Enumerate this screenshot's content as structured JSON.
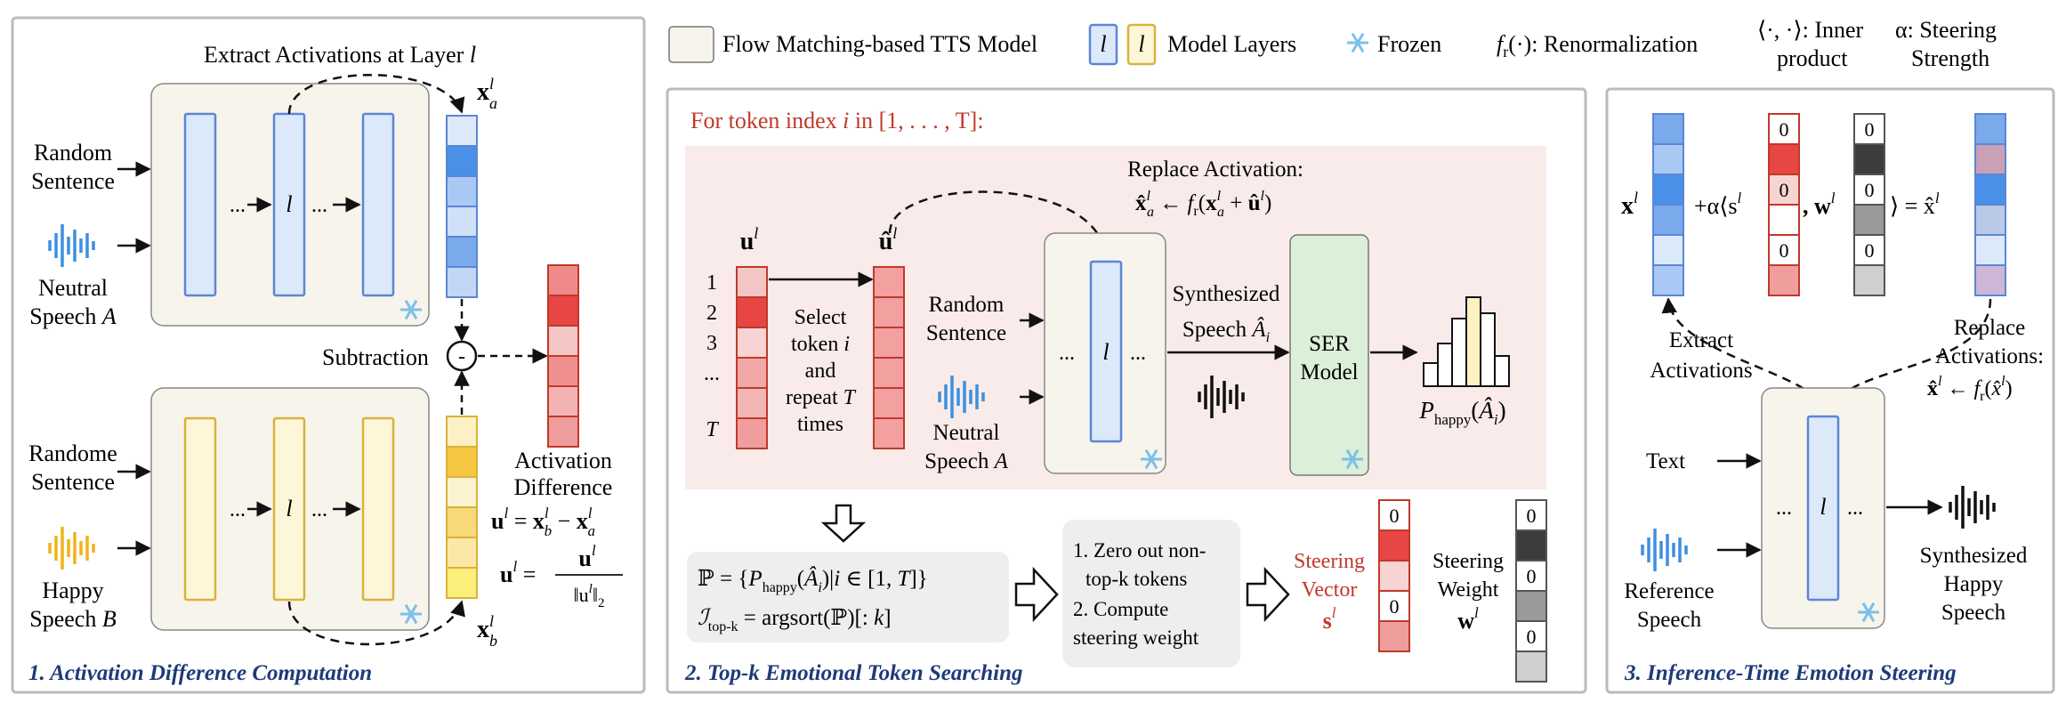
{
  "legend": {
    "tts_model": "Flow Matching-based TTS Model",
    "layer_glyph": "l",
    "model_layers": "Model Layers",
    "frozen": "Frozen",
    "renorm_sym": "f",
    "renorm_sub": "r",
    "renorm_rest": "(·): Renormalization",
    "inner_line1": "⟨·, ·⟩: Inner",
    "inner_line2": "product",
    "alpha_line1": "α: Steering",
    "alpha_line2": "Strength"
  },
  "panel1": {
    "caption": "1. Activation Difference Computation",
    "extract_title": "Extract Activations at Layer",
    "extract_var": "l",
    "input_a1": "Random",
    "input_a2": "Sentence",
    "speech_a1": "Neutral",
    "speech_a2": "Speech",
    "speech_a_var": "A",
    "input_b1": "Randome",
    "input_b2": "Sentence",
    "speech_b1": "Happy",
    "speech_b2": "Speech",
    "speech_b_var": "B",
    "dots": "...",
    "layer_label": "l",
    "subtraction": "Subtraction",
    "minus": "-",
    "diff_1": "Activation",
    "diff_2": "Difference",
    "xa": "x",
    "xb": "x",
    "eq1": "u",
    "eq1_rhs": "= x",
    "eq2": "u"
  },
  "panel2": {
    "caption": "2. Top-k Emotional Token Searching",
    "header": "For token index",
    "header_var": "i",
    "header_range": "in [1, . . . , T]:",
    "u_label": "u",
    "u_hat_label": "û",
    "rows": [
      "1",
      "2",
      "3",
      "...",
      "T"
    ],
    "select_1": "Select",
    "select_2": "token",
    "select_3": "and",
    "select_4": "repeat",
    "select_5": "times",
    "select_var_i": "i",
    "select_var_T": "T",
    "replace_1": "Replace Activation:",
    "replace_2": "x̂ ← f (x + û )",
    "random_1": "Random",
    "random_2": "Sentence",
    "neutral_1": "Neutral",
    "neutral_2": "Speech",
    "neutral_var": "A",
    "dots": "...",
    "layer_label": "l",
    "synth_1": "Synthesized",
    "synth_2": "Speech",
    "synth_var": "Â",
    "ser_1": "SER",
    "ser_2": "Model",
    "p_happy": "P",
    "p_happy_sub": "happy",
    "p_happy_arg": "(Â )",
    "set_eq": "ℙ = {P (Â )|i ∈ [1, T]}",
    "topk_eq": "ℐ = argsort(ℙ)[: k]",
    "step_1a": "1. Zero out non-",
    "step_1b": "top-k tokens",
    "step_2a": "2. Compute",
    "step_2b": "steering weight",
    "sv_1": "Steering",
    "sv_2": "Vector",
    "sv_sym": "s",
    "sw_1": "Steering",
    "sw_2": "Weight",
    "sw_sym": "w",
    "zero": "0"
  },
  "panel3": {
    "caption": "3. Inference-Time Emotion Steering",
    "x_label": "x",
    "plus_alpha": "+α⟨s",
    "comma_w": ", w",
    "close_eq": "⟩ = x̂",
    "zero": "0",
    "extract_1": "Extract",
    "extract_2": "Activations",
    "replace_1": "Replace",
    "replace_2": "Activations:",
    "replace_3": "x̂ ← f (x̂ )",
    "text_in": "Text",
    "ref_1": "Reference",
    "ref_2": "Speech",
    "dots": "...",
    "layer_label": "l",
    "out_1": "Synthesized",
    "out_2": "Happy",
    "out_3": "Speech"
  },
  "colors": {
    "beige": "#f7f4ec",
    "blue_fill": "#dce9fb",
    "blue_stroke": "#5b86d6",
    "yellow_fill": "#fdf6d8",
    "yellow_stroke": "#d9b23c",
    "red": "#c0392b",
    "caption": "#1f3a7a",
    "pink_bg": "#f8ebea",
    "green": "#dcefd8"
  }
}
